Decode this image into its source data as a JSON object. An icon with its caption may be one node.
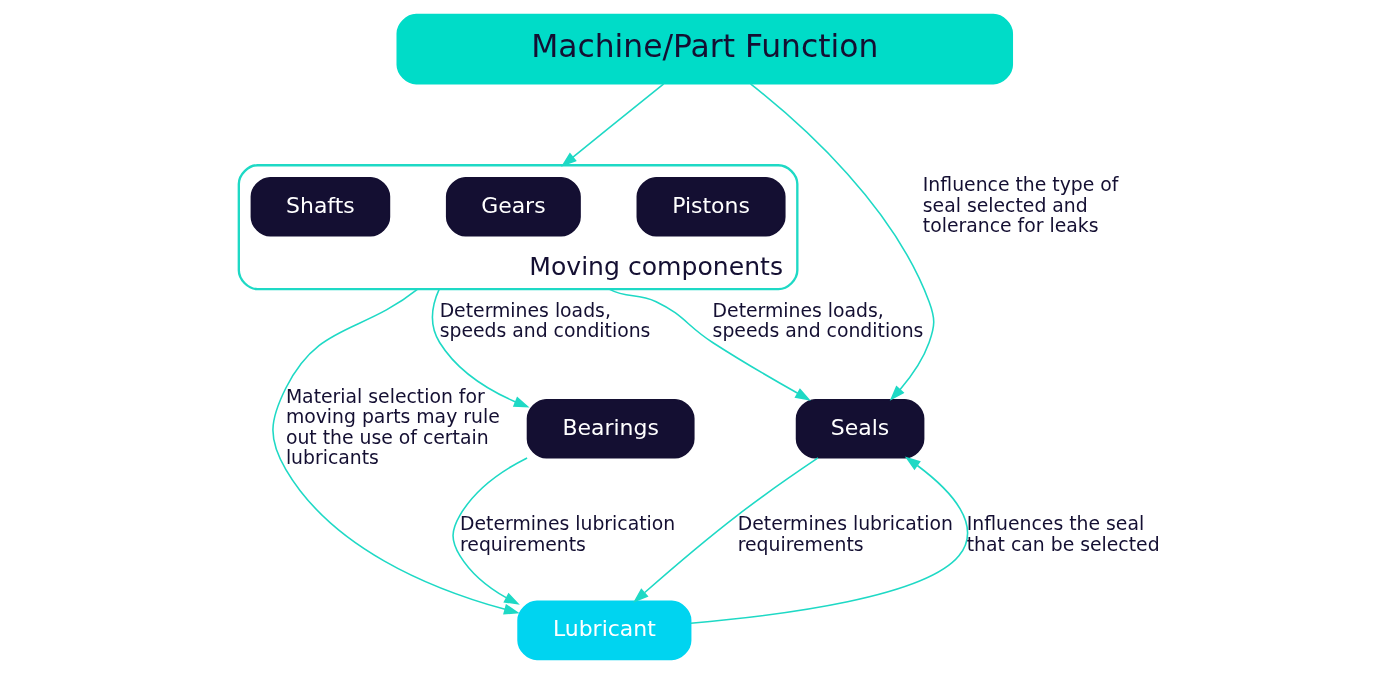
{
  "diagram": {
    "nodes": [
      {
        "text": [
          "Machine/Part Function"
        ]
      },
      {
        "text": [
          "Moving components"
        ]
      },
      {
        "text": [
          "Pistons"
        ],
        "in": 1
      },
      {
        "text": [
          "Gears"
        ],
        "in": 1
      },
      {
        "text": [
          "Shafts"
        ],
        "in": 1
      },
      {
        "text": [
          "Bearings"
        ]
      },
      {
        "text": [
          "Seals"
        ]
      },
      {
        "text": [
          "Lubricant"
        ]
      }
    ],
    "edges": [
      {
        "from": 0,
        "to": 1,
        "arrow": "to"
      },
      {
        "from": 1,
        "to": 5,
        "arrow": "to",
        "label": "Determines loads, speeds and conditions"
      },
      {
        "from": 1,
        "to": 6,
        "arrow": "to",
        "label": "Determines loads, speeds and conditions"
      },
      {
        "from": 0,
        "to": 6,
        "arrow": "to",
        "label": "Influence the type of seal selected and tolerance for leaks"
      },
      {
        "from": 1,
        "to": 7,
        "arrow": "to",
        "label": "Material selection for moving parts may rule out the use of certain lubricants"
      },
      {
        "from": 5,
        "to": 7,
        "arrow": "to",
        "label": "Determines lubrication requirements"
      },
      {
        "from": 6,
        "to": 7,
        "arrow": "to",
        "label": "Determines lubrication requirements"
      },
      {
        "from": 7,
        "to": 6,
        "arrow": "to",
        "label": "Influences the seal that can be selected"
      }
    ]
  }
}
